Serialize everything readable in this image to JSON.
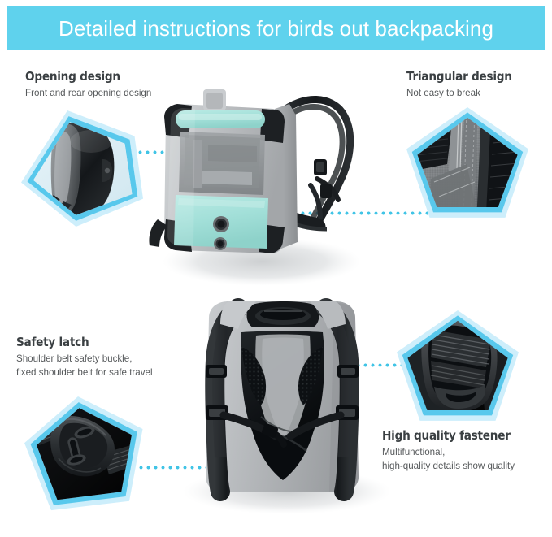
{
  "banner": {
    "title": "Detailed instructions for birds out backpacking",
    "background_color": "#5fd2ed",
    "text_color": "#ffffff"
  },
  "theme": {
    "accent_cyan": "#58c8ec",
    "accent_light": "#cdeefb",
    "dot_color": "#41c4e6",
    "heading_color": "#3a3f42",
    "body_color": "#56595b",
    "product_gray": "#b9bcbe",
    "product_mint": "#a8e3dd",
    "product_black": "#1d2023"
  },
  "features": [
    {
      "id": "opening-design",
      "title": "Opening design",
      "description_lines": [
        "Front and rear opening design"
      ],
      "detail_photo": "backpack-side-opening-closeup",
      "position": "top-left"
    },
    {
      "id": "triangular-design",
      "title": "Triangular design",
      "description_lines": [
        "Not easy to break"
      ],
      "detail_photo": "triangular-stitching-closeup",
      "position": "top-right"
    },
    {
      "id": "safety-latch",
      "title": "Safety latch",
      "description_lines": [
        "Shoulder belt safety buckle,",
        "fixed shoulder belt for safe travel"
      ],
      "detail_photo": "black-safety-buckle-closeup",
      "position": "bottom-left"
    },
    {
      "id": "high-quality-fastener",
      "title": "High quality fastener",
      "description_lines": [
        "Multifunctional,",
        "high-quality details show quality"
      ],
      "detail_photo": "strap-adjuster-fastener-closeup",
      "position": "bottom-right"
    }
  ],
  "products": [
    {
      "id": "front-view",
      "name": "pet-backpack-front-view",
      "description": "Gray and mint pet carrier backpack, front three-quarter view with shoulder straps"
    },
    {
      "id": "back-view",
      "name": "pet-backpack-back-view",
      "description": "Gray pet carrier backpack rear view with black mesh padding and adjustable shoulder straps"
    }
  ]
}
